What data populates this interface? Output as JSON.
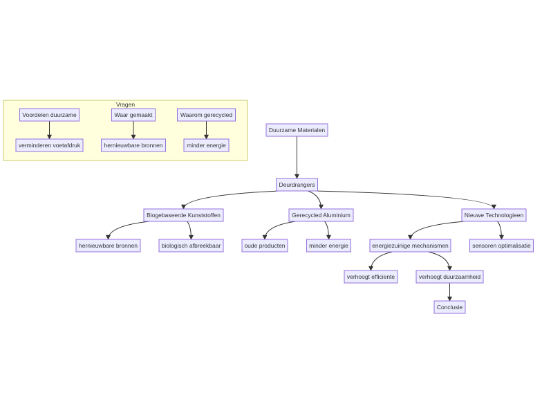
{
  "cluster": {
    "title": "Vragen"
  },
  "nodes": {
    "q1": "Voordelen duurzame",
    "q2": "Waar gemaakt",
    "q3": "Waarom gerecycled",
    "a1": "verminderen voetafdruk",
    "a2": "hernieuwbare bronnen",
    "a3": "minder energie",
    "root": "Duurzame Materialen",
    "drivers": "Deurdrangers",
    "bio": "Biogebaseerde Kunststoffen",
    "alu": "Gerecycled Aluminium",
    "tech": "Nieuwe Technologieen",
    "bio1": "hernieuwbare bronnen",
    "bio2": "biologisch afbreekbaar",
    "alu1": "oude producten",
    "alu2": "minder energie",
    "tech1": "energiezuinige mechanismen",
    "tech2": "sensoren optimalisatie",
    "eff": "verhoogt efficiente",
    "dur": "verhoogt duurzaamheid",
    "concl": "Conclusie"
  },
  "edges": [
    [
      "q1",
      "a1"
    ],
    [
      "q2",
      "a2"
    ],
    [
      "q3",
      "a3"
    ],
    [
      "root",
      "drivers"
    ],
    [
      "drivers",
      "bio"
    ],
    [
      "drivers",
      "alu"
    ],
    [
      "drivers",
      "tech"
    ],
    [
      "bio",
      "bio1"
    ],
    [
      "bio",
      "bio2"
    ],
    [
      "alu",
      "alu1"
    ],
    [
      "alu",
      "alu2"
    ],
    [
      "tech",
      "tech1"
    ],
    [
      "tech",
      "tech2"
    ],
    [
      "tech1",
      "eff"
    ],
    [
      "tech1",
      "dur"
    ],
    [
      "dur",
      "concl"
    ]
  ]
}
